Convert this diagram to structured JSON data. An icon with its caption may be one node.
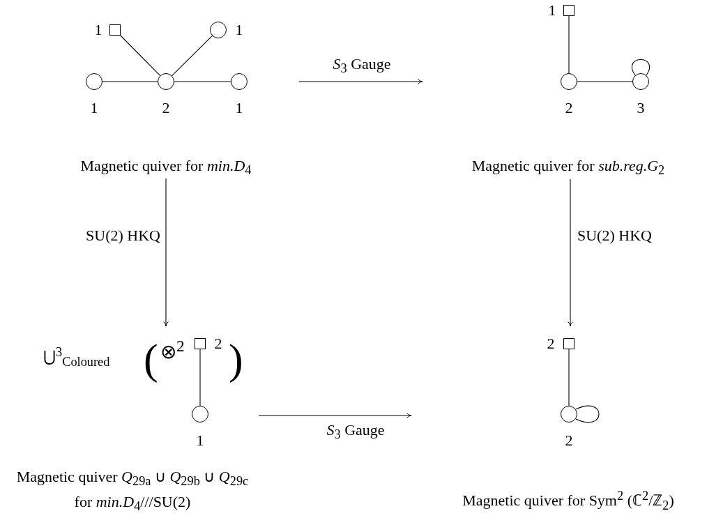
{
  "diagram": {
    "nodes": [
      {
        "text": [
          "Magnetic quiver for *min.D*$_{4}$"
        ]
      },
      {
        "text": [],
        "shape": "box",
        "beside": [
          "1"
        ],
        "in": 0
      },
      {
        "text": [],
        "shape": "circle",
        "beside": [
          "1"
        ],
        "in": 0
      },
      {
        "text": [],
        "shape": "circle",
        "beside": [
          "1"
        ],
        "in": 0
      },
      {
        "text": [],
        "shape": "circle",
        "beside": [
          "2"
        ],
        "in": 0
      },
      {
        "text": [],
        "shape": "circle",
        "beside": [
          "1"
        ],
        "in": 0
      },
      {
        "text": [
          "Magnetic quiver for *sub.reg.G*$_{2}$"
        ]
      },
      {
        "text": [],
        "shape": "box",
        "beside": [
          "1"
        ],
        "in": 6
      },
      {
        "text": [],
        "shape": "circle",
        "beside": [
          "2"
        ],
        "in": 6
      },
      {
        "text": [],
        "shape": "circle",
        "beside": [
          "3"
        ],
        "in": 6
      },
      {
        "text": [
          "Magnetic quiver *Q*$_{29a}$ ∪ *Q*$_{29b}$ ∪ *Q*$_{29c}$ for *min.D*$_{4}$///SU(2)"
        ]
      },
      {
        "text": [],
        "shape": "box",
        "beside": [
          "2"
        ],
        "in": 10
      },
      {
        "text": [],
        "shape": "circle",
        "beside": [
          "1"
        ],
        "in": 10
      },
      {
        "text": [
          "Magnetic quiver for Sym$^{2}$ (ℂ$^{2}$/ℤ$_{2}$)"
        ]
      },
      {
        "text": [],
        "shape": "box",
        "beside": [
          "2"
        ],
        "in": 13
      },
      {
        "text": [],
        "shape": "circle",
        "beside": [
          "2"
        ],
        "in": 13
      }
    ],
    "edges": [
      {
        "from": 1,
        "to": 4,
        "arrow": "none"
      },
      {
        "from": 2,
        "to": 4,
        "arrow": "none"
      },
      {
        "from": 3,
        "to": 4,
        "arrow": "none"
      },
      {
        "from": 4,
        "to": 5,
        "arrow": "none"
      },
      {
        "from": 7,
        "to": 8,
        "arrow": "none"
      },
      {
        "from": 8,
        "to": 9,
        "arrow": "none"
      },
      {
        "from": 9,
        "to": 9,
        "arrow": "none"
      },
      {
        "from": 11,
        "to": 12,
        "arrow": "none"
      },
      {
        "from": 14,
        "to": 15,
        "arrow": "none"
      },
      {
        "from": 15,
        "to": 15,
        "arrow": "none"
      },
      {
        "from": 0,
        "to": 6,
        "arrow": "to",
        "label": "*S*$_{3}$ Gauge"
      },
      {
        "from": 0,
        "to": 10,
        "arrow": "to",
        "label": "SU(2) HKQ"
      },
      {
        "from": 6,
        "to": 13,
        "arrow": "to",
        "label": "SU(2) HKQ"
      },
      {
        "from": 10,
        "to": 13,
        "arrow": "to",
        "label": "*S*$_{3}$ Gauge"
      }
    ],
    "labels": [
      "⋃$^{3}$$_{Coloured}$",
      "(",
      "⊗$^{2}$",
      ")"
    ]
  }
}
